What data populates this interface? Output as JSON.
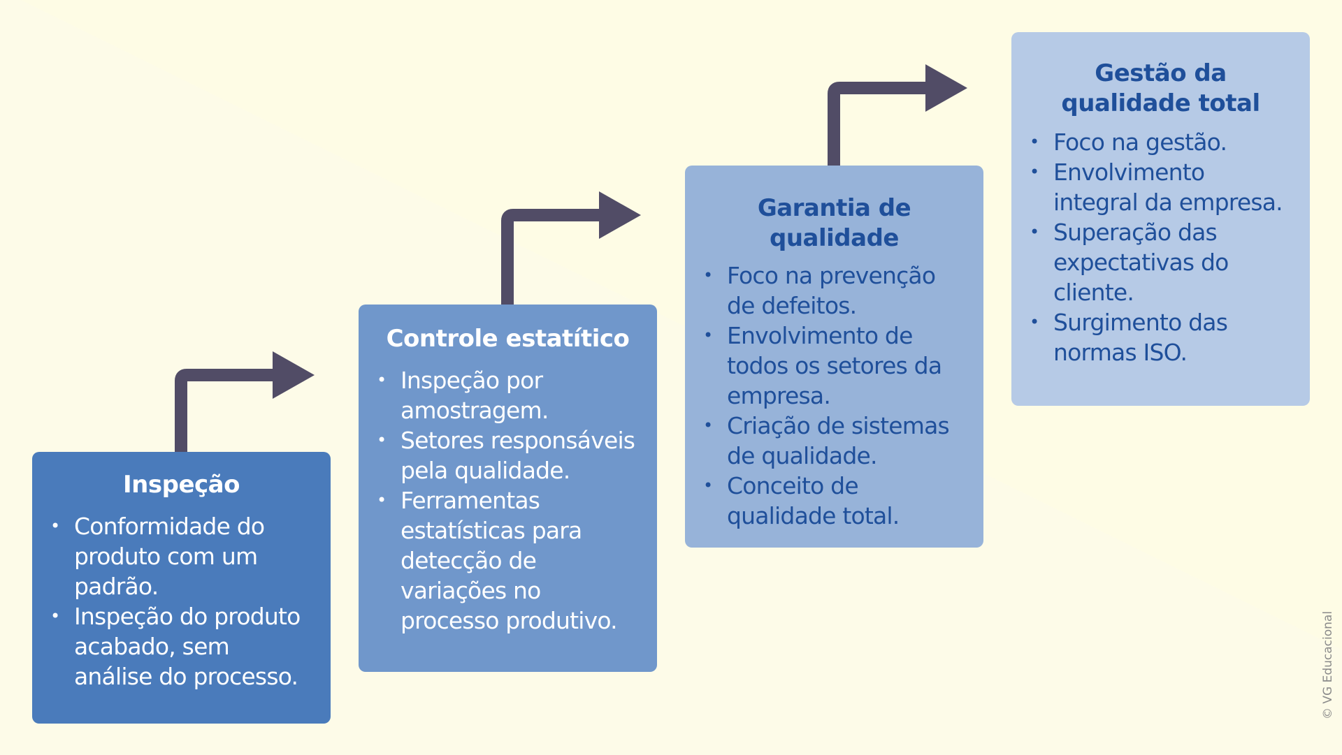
{
  "colors": {
    "background": "#fdfbe8",
    "arrow": "#514c66",
    "stage1": "#4a7bbb",
    "stage2": "#7097cb",
    "stage3": "#97b3d9",
    "stage4": "#b6cae6",
    "dark_text": "#1f4f9a"
  },
  "stages": [
    {
      "title": "Inspeção",
      "items": [
        "Conformidade do produto com um padrão.",
        "Inspeção do produto acabado, sem análise do processo."
      ]
    },
    {
      "title": "Controle estatítico",
      "items": [
        "Inspeção por amostragem.",
        "Setores responsáveis pela qualidade.",
        "Ferramentas estatísticas para detecção de variações no processo produtivo."
      ]
    },
    {
      "title": "Garantia de qualidade",
      "items": [
        "Foco na prevenção de defeitos.",
        "Envolvimento de todos os setores da empresa.",
        "Criação de sistemas de qualidade.",
        "Conceito de qualidade total."
      ]
    },
    {
      "title": "Gestão da qualidade total",
      "items": [
        "Foco na gestão.",
        "Envolvimento integral da empresa.",
        "Superação das expectativas do cliente.",
        "Surgimento das normas ISO."
      ]
    }
  ],
  "credit": "© VG Educacional"
}
